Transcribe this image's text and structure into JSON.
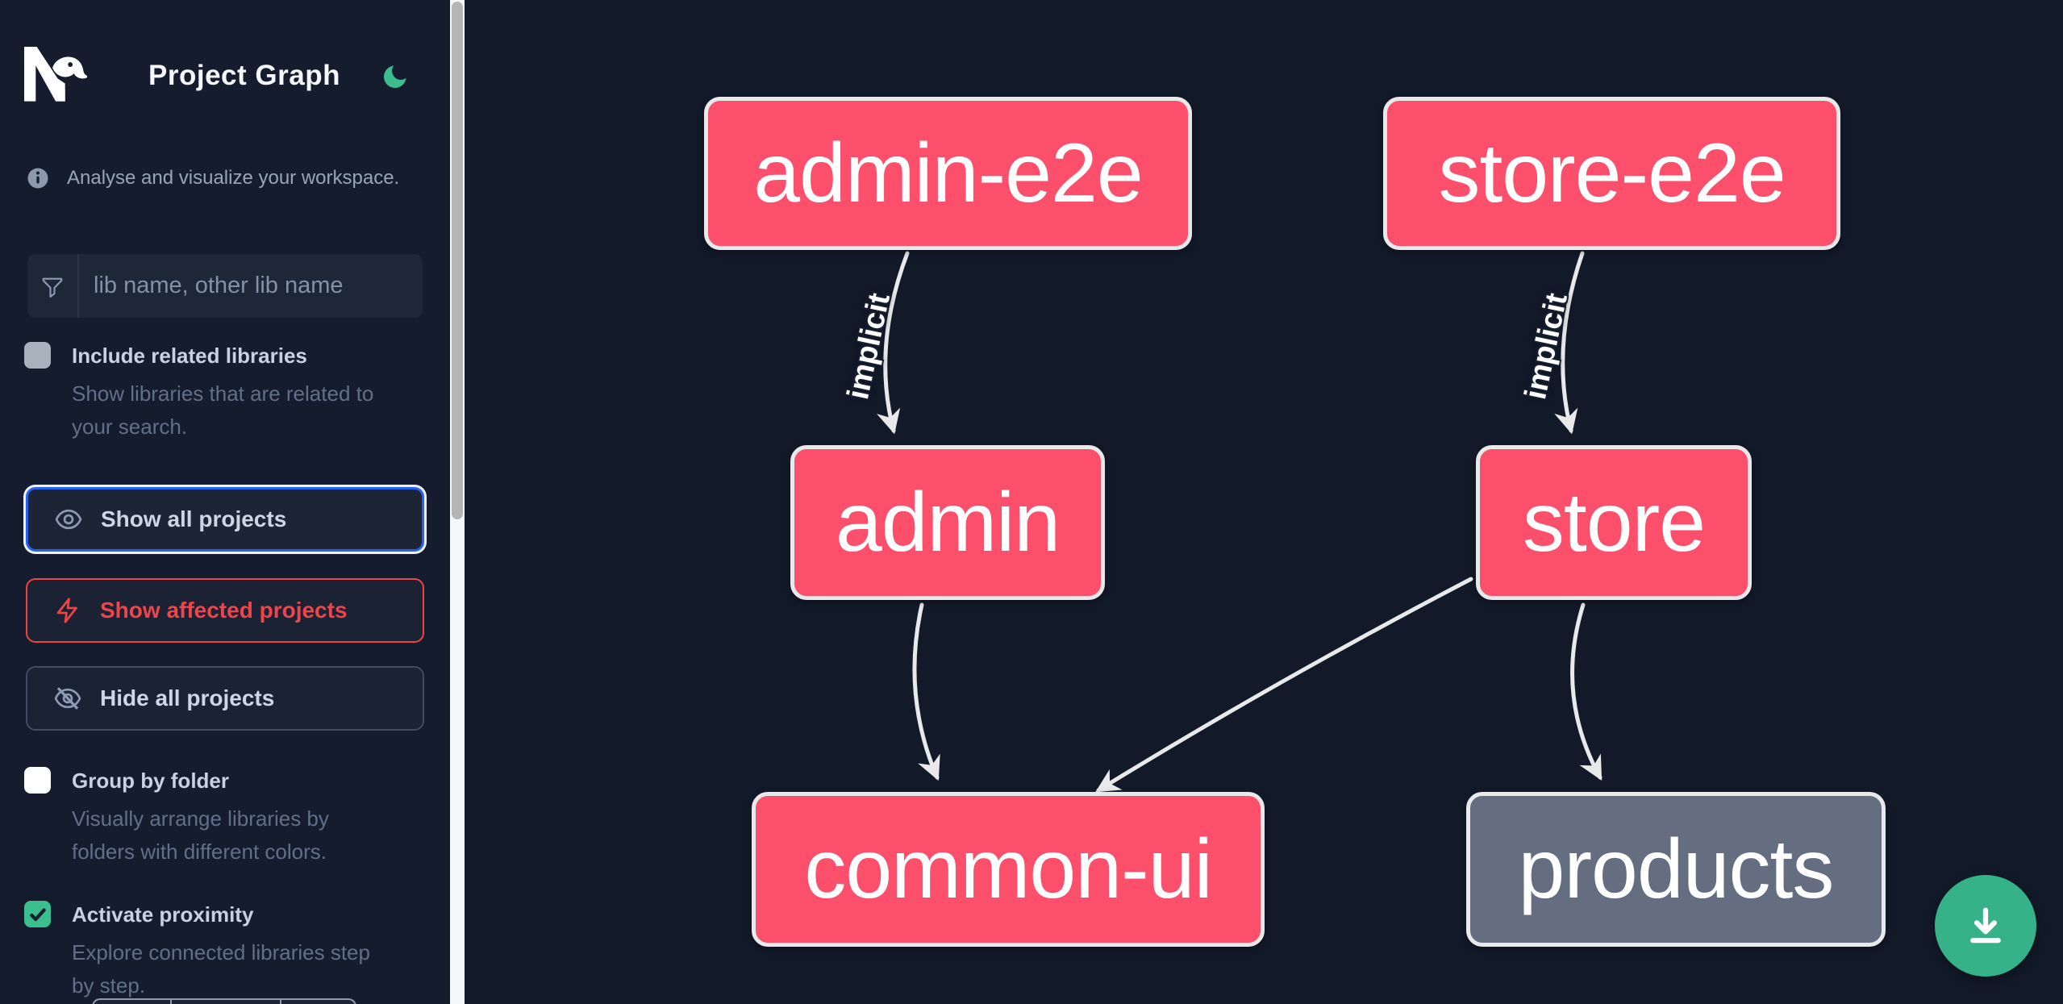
{
  "header": {
    "title": "Project Graph"
  },
  "sidebar": {
    "tagline": "Analyse and visualize your workspace.",
    "search_placeholder": "lib name, other lib name",
    "options": [
      {
        "label": "Include related libraries",
        "line1": "Show libraries that are related to",
        "line2": "your search.",
        "checked": false,
        "disabled": true
      },
      {
        "label": "Group by folder",
        "line1": "Visually arrange libraries by",
        "line2": "folders with different colors.",
        "checked": false
      },
      {
        "label": "Activate proximity",
        "line1": "Explore connected libraries step",
        "line2": "by step.",
        "checked": true
      }
    ],
    "actions": [
      {
        "label": "Show all projects",
        "icon": "eye-icon",
        "state": "focused"
      },
      {
        "label": "Show affected projects",
        "icon": "bolt-icon",
        "state": "affected"
      },
      {
        "label": "Hide all projects",
        "icon": "eye-off-icon",
        "state": "default"
      }
    ]
  },
  "graph": {
    "nodes": [
      {
        "id": "admin-e2e",
        "label": "admin-e2e",
        "color": "pink"
      },
      {
        "id": "store-e2e",
        "label": "store-e2e",
        "color": "pink"
      },
      {
        "id": "admin",
        "label": "admin",
        "color": "pink"
      },
      {
        "id": "store",
        "label": "store",
        "color": "pink"
      },
      {
        "id": "common-ui",
        "label": "common-ui",
        "color": "pink"
      },
      {
        "id": "products",
        "label": "products",
        "color": "gray"
      }
    ],
    "edges": [
      {
        "from": "admin-e2e",
        "to": "admin",
        "label": "implicit"
      },
      {
        "from": "store-e2e",
        "to": "store",
        "label": "implicit"
      },
      {
        "from": "admin",
        "to": "common-ui",
        "label": ""
      },
      {
        "from": "store",
        "to": "common-ui",
        "label": ""
      },
      {
        "from": "store",
        "to": "products",
        "label": ""
      }
    ]
  },
  "colors": {
    "accent_blue": "#2563eb",
    "affected_red": "#ef4444",
    "proximity_green": "#3cbe8e",
    "node_pink": "#fb4f6c",
    "node_gray": "#646e80",
    "edge_gray": "#e9e9e9",
    "fab_green": "#35b287"
  }
}
